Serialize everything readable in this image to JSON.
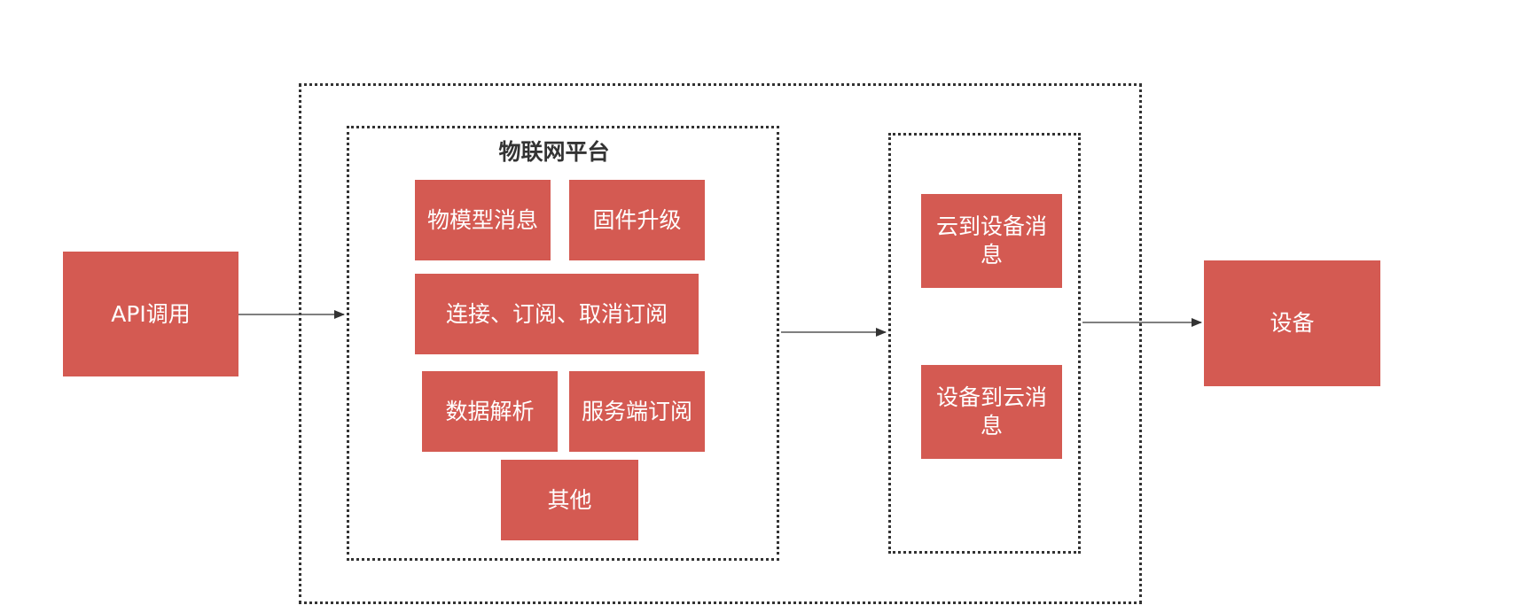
{
  "platform_title": "物联网平台",
  "api_call": "API调用",
  "device": "设备",
  "platform_modules": {
    "thing_model_message": "物模型消息",
    "firmware_upgrade": "固件升级",
    "connect_subscribe": "连接、订阅、取消订阅",
    "data_parsing": "数据解析",
    "server_subscription": "服务端订阅",
    "other": "其他"
  },
  "messages": {
    "cloud_to_device": "云到设备消息",
    "device_to_cloud": "设备到云消息"
  },
  "colors": {
    "box_fill": "#d45a52",
    "box_text": "#ffffff",
    "border": "#333333",
    "arrow": "#555555"
  }
}
